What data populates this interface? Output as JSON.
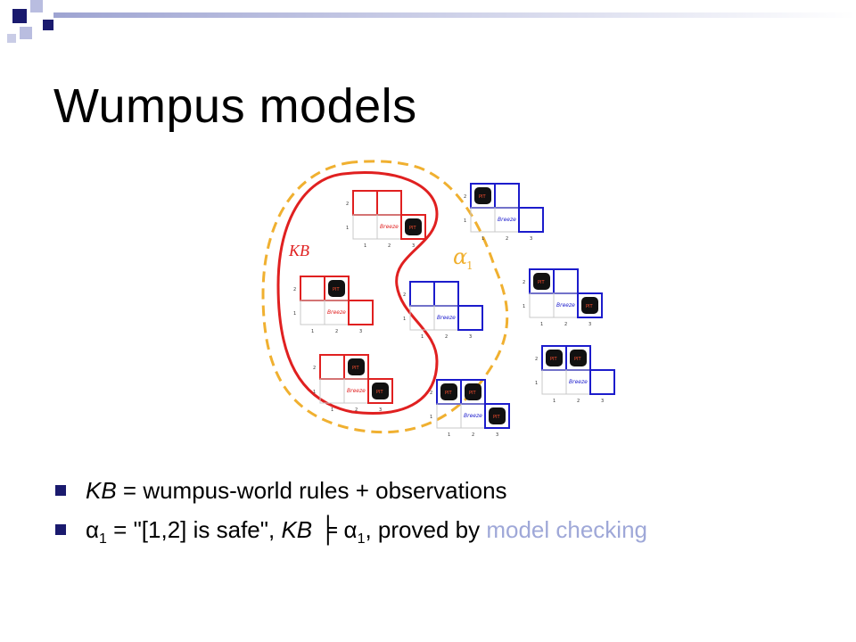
{
  "slide": {
    "title": "Wumpus models",
    "diagram": {
      "kb_label": "KB",
      "alpha_label": "α",
      "alpha_sub": "1",
      "pit_label": "PIT",
      "breeze_label": "Breeze",
      "row_labels": [
        "1",
        "2"
      ],
      "col_labels": [
        "1",
        "2",
        "3"
      ],
      "colors": {
        "kb": "#e02020",
        "alpha_boundary": "#f0b030",
        "models": "#1c1ccc",
        "pit": "#111111"
      }
    },
    "bullets": [
      {
        "kb": "KB",
        "rest": " = wumpus-world rules + observations"
      },
      {
        "alpha": "α",
        "alpha_sub": "1",
        "part1": " = \"[1,2] is safe\", ",
        "kb": "KB",
        "entails": " ╞ ",
        "alpha2": "α",
        "alpha2_sub": "1",
        "part2": ", proved by ",
        "accent": "model checking"
      }
    ],
    "colors": {
      "bullet_marker": "#1a1a6e",
      "accent": "#9fa8d8"
    }
  }
}
